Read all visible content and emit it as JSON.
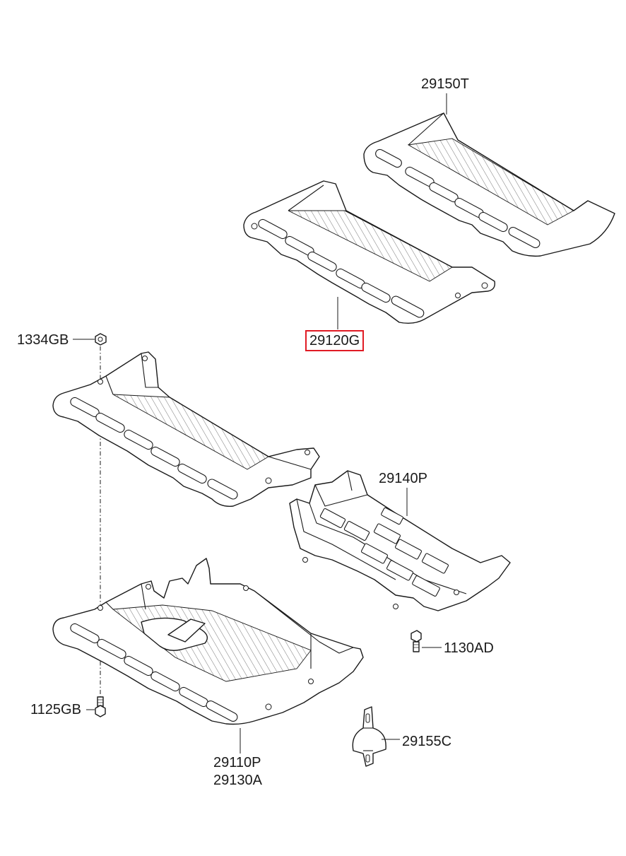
{
  "diagram": {
    "highlight_color": "#e01b24",
    "labels": {
      "p29150T": "29150T",
      "p29120G": "29120G",
      "p1334GB": "1334GB",
      "p29140P": "29140P",
      "p1130AD": "1130AD",
      "p1125GB": "1125GB",
      "p29155C": "29155C",
      "p29110P": "29110P",
      "p29130A": "29130A"
    },
    "highlighted_part": "29120G"
  }
}
